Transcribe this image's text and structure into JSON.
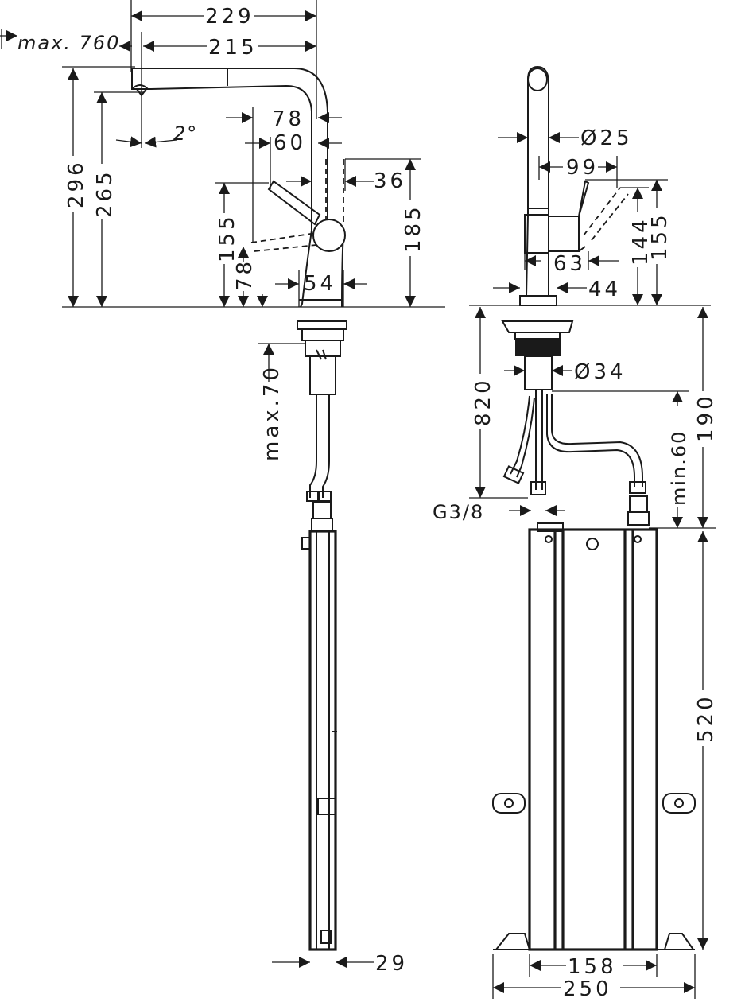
{
  "side_view": {
    "width_total": "229",
    "width_spout": "215",
    "max_pullout": "max. 760",
    "angle": "2°",
    "spout_offset_outer": "78",
    "spout_offset_inner": "60",
    "handle_reach": "36",
    "height_total": "296",
    "height_outlet": "265",
    "height_body": "185",
    "height_handle": "155",
    "height_handle_low": "78",
    "body_diameter": "54",
    "max_thickness": "max.70",
    "box_width": "29"
  },
  "front_view": {
    "spout_diameter": "Ø25",
    "lever_reach": "99",
    "body_height": "144",
    "lever_height": "155",
    "body_depth": "63",
    "base_depth": "44",
    "shank_diameter": "Ø34",
    "hose_length": "820",
    "thread": "G3/8",
    "min_length": "min.60",
    "upper_depth": "190",
    "box_height": "520",
    "box_inner_width": "158",
    "box_outer_width": "250"
  }
}
